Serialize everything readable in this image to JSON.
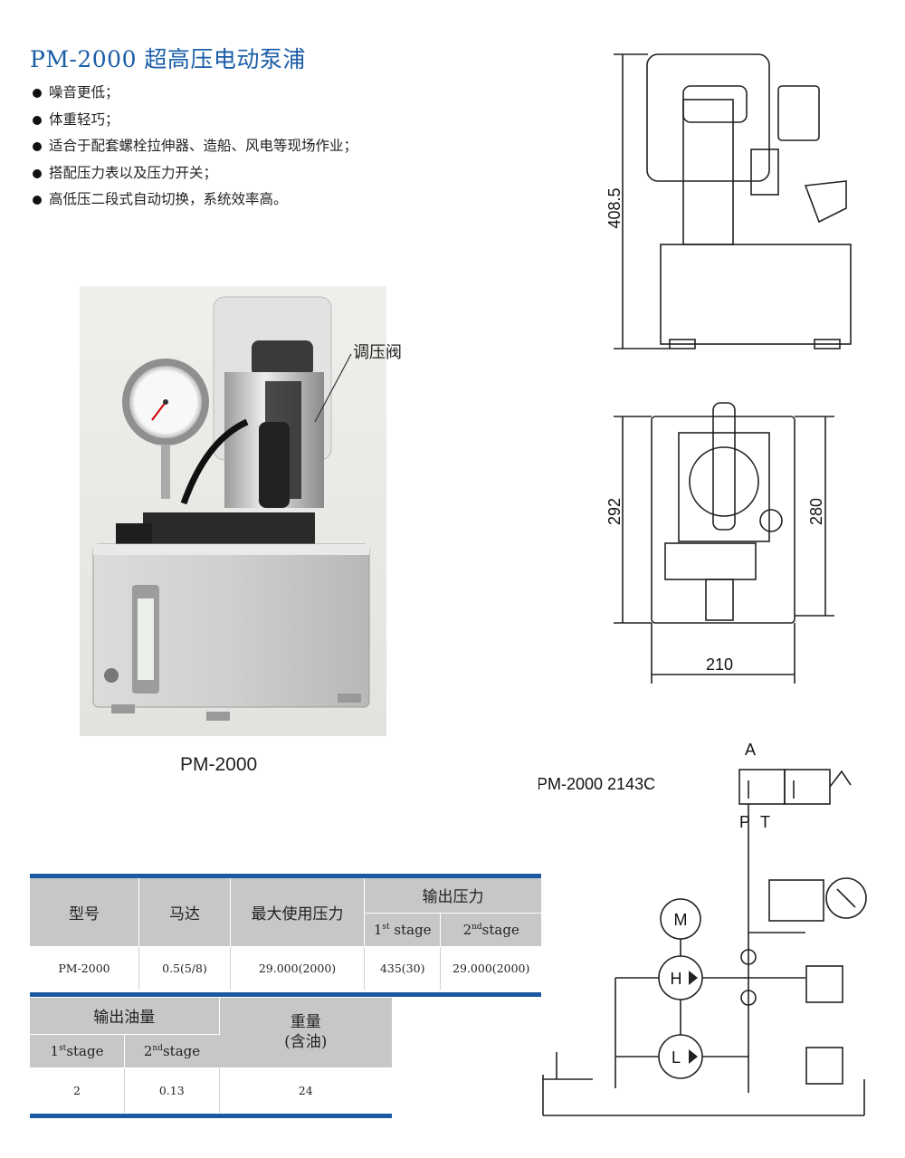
{
  "title": "PM-2000 超高压电动泵浦",
  "features": [
    "噪音更低；",
    "体重轻巧；",
    "适合于配套螺栓拉伸器、造船、风电等现场作业；",
    "搭配压力表以及压力开关；",
    "高低压二段式自动切换，系统效率高。"
  ],
  "photo": {
    "label": "PM-2000",
    "callout": "调压阀"
  },
  "drawing": {
    "height_dim": "408.5",
    "depth_left_dim": "292",
    "depth_right_dim": "280",
    "width_dim": "210"
  },
  "circuit": {
    "model": "PM-2000  2143C",
    "port_a": "A",
    "port_p": "P",
    "port_t": "T",
    "motor": "M",
    "pump_h": "H",
    "pump_l": "L"
  },
  "table1": {
    "headers": {
      "model": "型号",
      "motor": "马达",
      "max_pressure": "最大使用压力",
      "output_pressure": "输出压力",
      "stage": "stage",
      "st1": "1",
      "st1_sup": "st",
      "st2": "2",
      "st2_sup": "nd"
    },
    "row": {
      "model": "PM-2000",
      "motor": "0.5(5/8)",
      "max_pressure": "29.000(2000)",
      "stage1": "435(30)",
      "stage2": "29.000(2000)"
    }
  },
  "table2": {
    "headers": {
      "oil_output": "输出油量",
      "weight_l1": "重量",
      "weight_l2": "(含油)",
      "stage": "stage",
      "st1": "1",
      "st1_sup": "st",
      "st2": "2",
      "st2_sup": "nd"
    },
    "row": {
      "stage1": "2",
      "stage2": "0.13",
      "weight": "24"
    }
  },
  "colors": {
    "title": "#1a5ea8",
    "table_header": "#c7c7c7",
    "table_bar": "#1b5aa0"
  }
}
